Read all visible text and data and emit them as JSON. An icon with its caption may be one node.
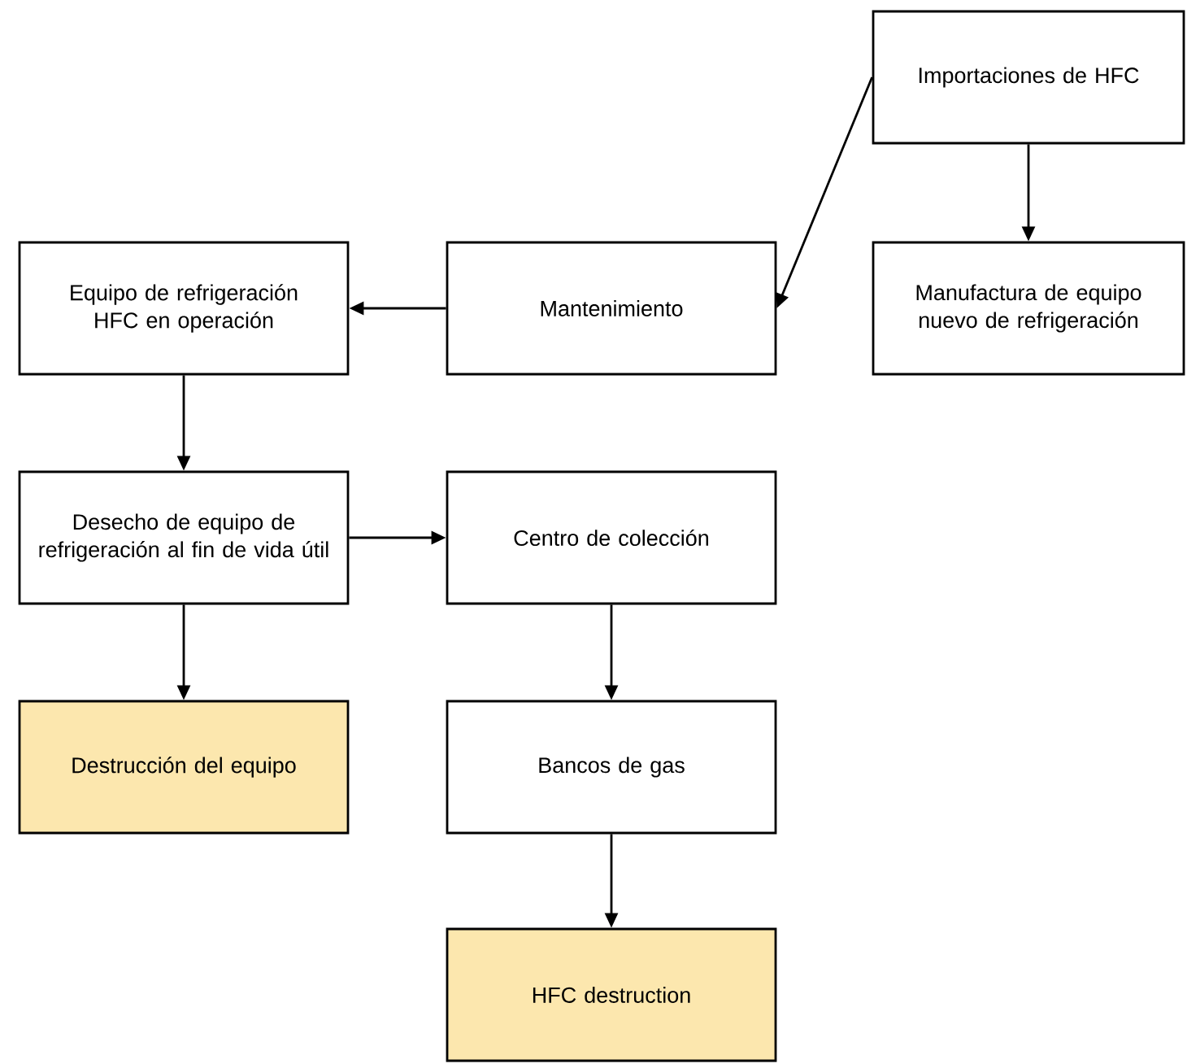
{
  "diagram": {
    "nodes": [
      {
        "text": [
          "Importaciones de HFC"
        ]
      },
      {
        "text": [
          "Mantenimiento"
        ]
      },
      {
        "text": [
          "Manufactura de equipo nuevo de refrigeración"
        ]
      },
      {
        "text": [
          "Equipo de refrigeración HFC en operación"
        ]
      },
      {
        "text": [
          "Desecho de equipo de refrigeración al fin de vida útil"
        ]
      },
      {
        "text": [
          "Centro de colección"
        ]
      },
      {
        "text": [
          "Destrucción del equipo"
        ]
      },
      {
        "text": [
          "Bancos de gas"
        ]
      },
      {
        "text": [
          "HFC destruction"
        ]
      }
    ],
    "edges": [
      {
        "from": 0,
        "to": 1,
        "arrow": "to"
      },
      {
        "from": 0,
        "to": 2,
        "arrow": "to"
      },
      {
        "from": 1,
        "to": 3,
        "arrow": "to"
      },
      {
        "from": 3,
        "to": 4,
        "arrow": "to"
      },
      {
        "from": 4,
        "to": 5,
        "arrow": "to"
      },
      {
        "from": 4,
        "to": 6,
        "arrow": "to"
      },
      {
        "from": 5,
        "to": 7,
        "arrow": "to"
      },
      {
        "from": 7,
        "to": 8,
        "arrow": "to"
      }
    ]
  }
}
